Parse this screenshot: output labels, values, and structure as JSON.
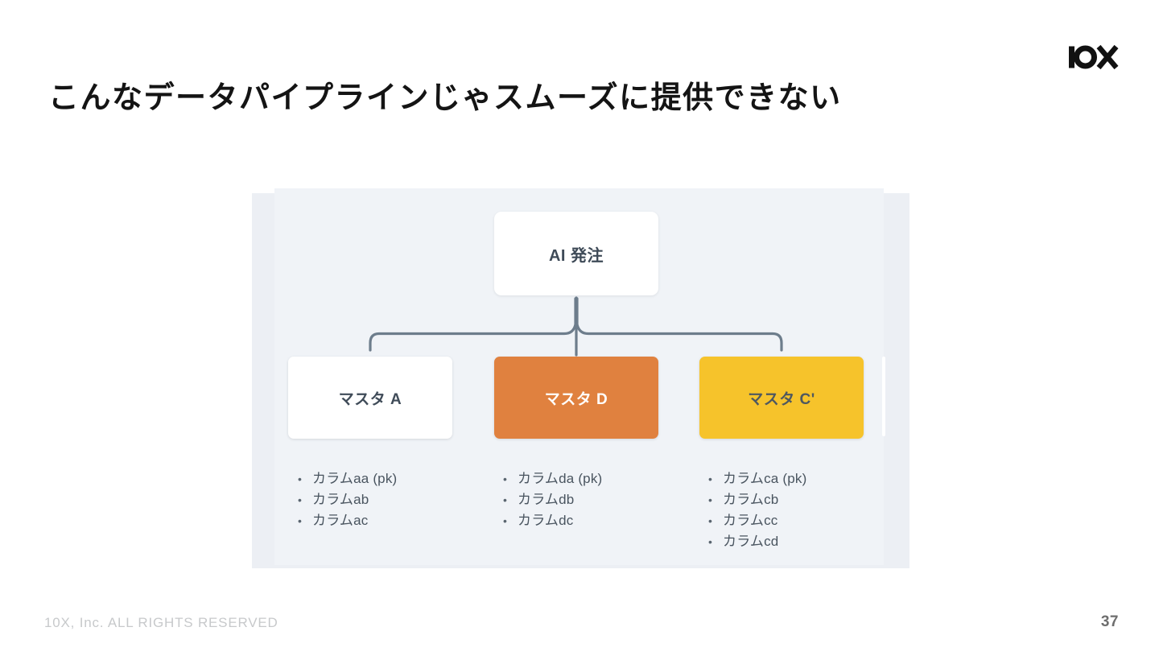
{
  "slide": {
    "title": "こんなデータパイプラインじゃスムーズに提供できない",
    "logo_text": "10X",
    "footer": {
      "copyright": "10X, Inc. ALL RIGHTS RESERVED",
      "page_number": "37"
    }
  },
  "diagram": {
    "root_node": {
      "label": "AI 発注",
      "bg": "#ffffff",
      "text_color": "#3e4a57"
    },
    "connector_color": "#6d7d8c",
    "panel_bg_outer": "#eceff4",
    "panel_bg_inner": "#f0f3f7",
    "nodes": [
      {
        "label": "マスタ A",
        "bg": "#ffffff",
        "text_color": "#3f4b58",
        "columns": [
          "カラムaa (pk)",
          "カラムab",
          "カラムac"
        ]
      },
      {
        "label": "マスタ D",
        "bg": "#e0813f",
        "text_color": "#ffffff",
        "columns": [
          "カラムda (pk)",
          "カラムdb",
          "カラムdc"
        ]
      },
      {
        "label": "マスタ C'",
        "bg": "#f6c32b",
        "text_color": "#4e5860",
        "columns": [
          "カラムca (pk)",
          "カラムcb",
          "カラムcc",
          "カラムcd"
        ]
      }
    ]
  }
}
